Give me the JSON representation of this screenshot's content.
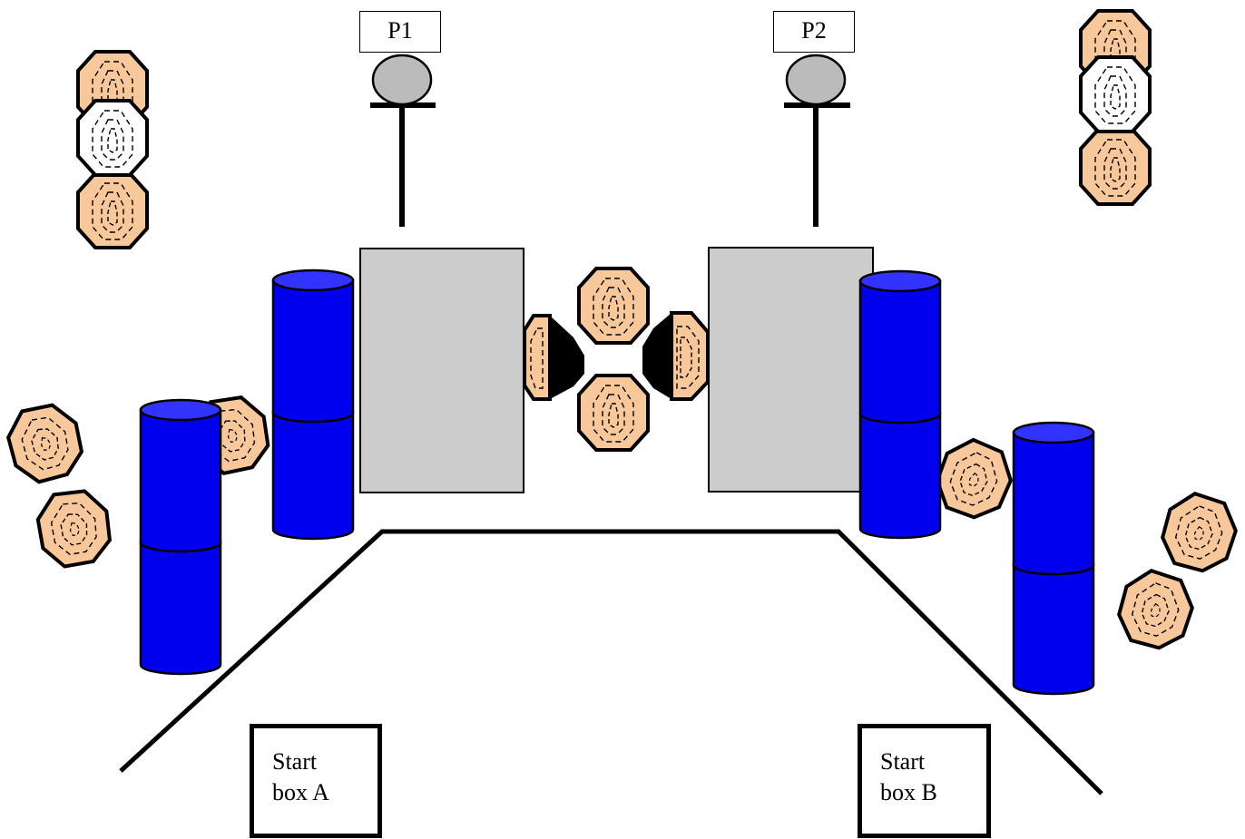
{
  "diagram": {
    "post_labels": {
      "p1": "P1",
      "p2": "P2"
    },
    "start_boxes": {
      "a": {
        "line1": "Start",
        "line2": "box A"
      },
      "b": {
        "line1": "Start",
        "line2": "box B"
      }
    },
    "colors": {
      "cylinder_fill": "#0000ee",
      "cylinder_top": "#3333ff",
      "nut_fill": "#f8c89a",
      "white_nut_fill": "#ffffff",
      "gray_panel": "#cccccc",
      "post_head": "#bbbbbb",
      "outline": "#000000"
    }
  }
}
